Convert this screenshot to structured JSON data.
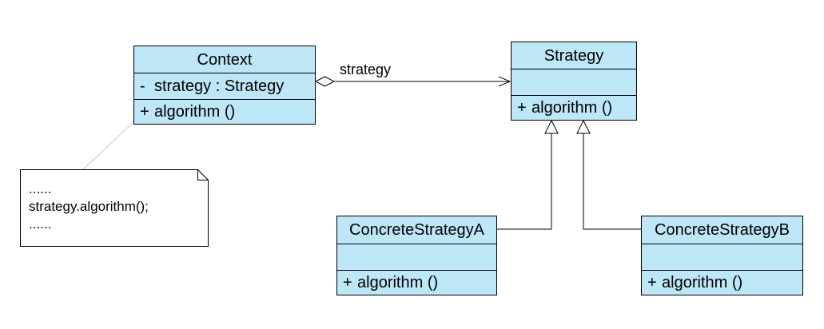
{
  "colors": {
    "class_fill": "#bde6f7",
    "stroke": "#000000",
    "background": "#ffffff",
    "note_link": "#c8c8c8"
  },
  "context": {
    "name": "Context",
    "attribute": {
      "visibility": "-",
      "text": "strategy : Strategy"
    },
    "operation": {
      "visibility": "+",
      "text": "algorithm ()"
    }
  },
  "strategy": {
    "name": "Strategy",
    "operation": {
      "visibility": "+",
      "text": "algorithm ()"
    }
  },
  "concrete_a": {
    "name": "ConcreteStrategyA",
    "operation": {
      "visibility": "+",
      "text": "algorithm ()"
    }
  },
  "concrete_b": {
    "name": "ConcreteStrategyB",
    "operation": {
      "visibility": "+",
      "text": "algorithm ()"
    }
  },
  "association": {
    "label": "strategy"
  },
  "note": {
    "lines": [
      "......",
      "strategy.algorithm();",
      "......"
    ]
  }
}
